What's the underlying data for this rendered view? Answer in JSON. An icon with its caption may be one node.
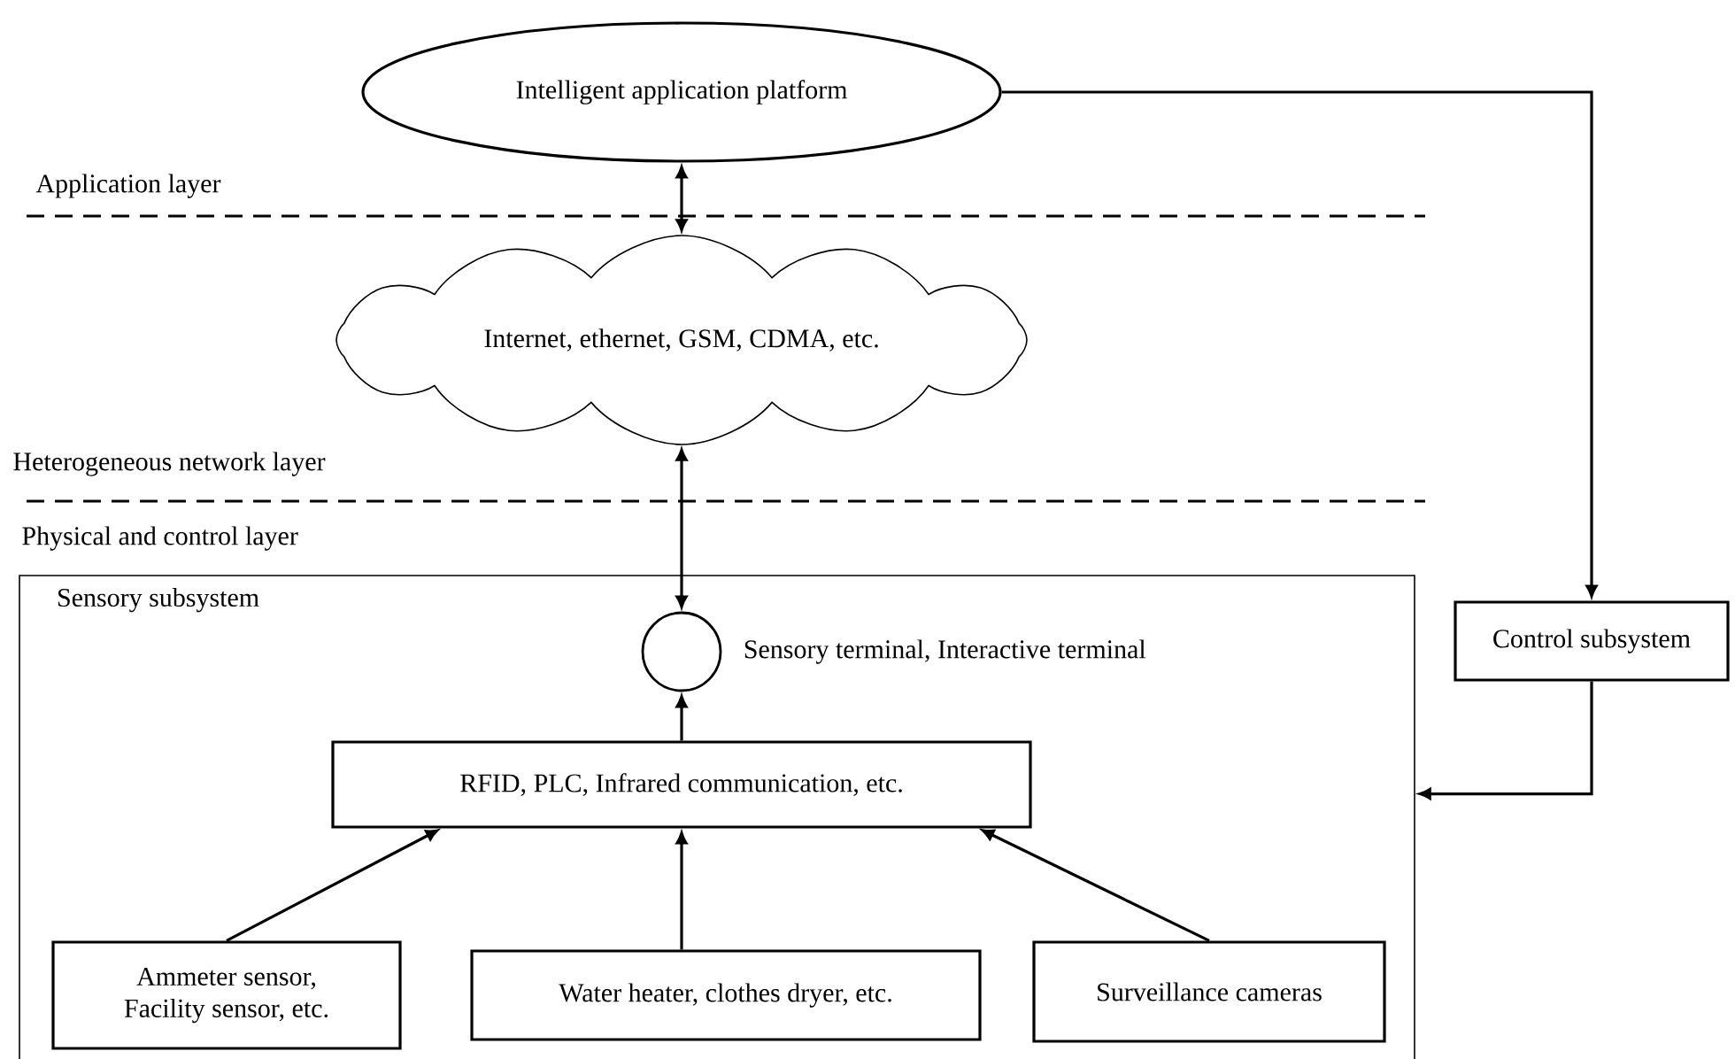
{
  "diagram": {
    "nodes": [
      {
        "text": [
          "Intelligent application platform"
        ]
      },
      {
        "text": [
          "Internet, ethernet, GSM, CDMA, etc."
        ]
      },
      {
        "text": [
          "Sensory subsystem"
        ]
      },
      {
        "text": [],
        "shape": "circle",
        "in": 2,
        "beside": [
          "Sensory terminal, Interactive terminal"
        ]
      },
      {
        "text": [
          "RFID, PLC, Infrared communication, etc."
        ],
        "in": 2
      },
      {
        "text": [
          "Ammeter sensor, Facility sensor, etc."
        ],
        "in": 2
      },
      {
        "text": [
          "Water heater, clothes dryer, etc."
        ],
        "in": 2
      },
      {
        "text": [
          "Surveillance cameras"
        ],
        "in": 2
      },
      {
        "text": [
          "Control subsystem"
        ]
      }
    ],
    "edges": [
      {
        "from": 0,
        "to": 1,
        "arrow": "both"
      },
      {
        "from": 1,
        "to": 3,
        "arrow": "both"
      },
      {
        "from": 4,
        "to": 3,
        "arrow": "to"
      },
      {
        "from": 5,
        "to": 4,
        "arrow": "to"
      },
      {
        "from": 6,
        "to": 4,
        "arrow": "to"
      },
      {
        "from": 7,
        "to": 4,
        "arrow": "to"
      },
      {
        "from": 0,
        "to": 8,
        "arrow": "to"
      },
      {
        "from": 8,
        "to": 2,
        "arrow": "to"
      }
    ],
    "labels": [
      "Application layer",
      "Heterogeneous network layer",
      "Physical and control layer"
    ]
  }
}
